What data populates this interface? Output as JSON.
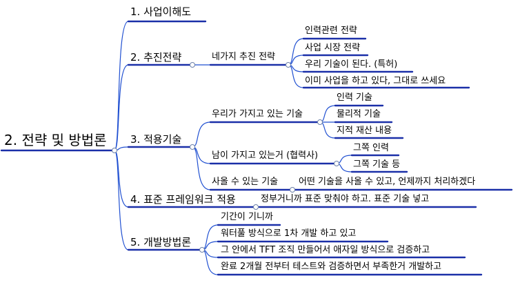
{
  "root": "2. 전략 및 방법론",
  "branches": [
    {
      "label": "1.  사업이해도",
      "children": []
    },
    {
      "label": "2.  추진전략",
      "children": [
        {
          "label": "네가지  추진  전략",
          "children": [
            {
              "label": "인력관련  전략"
            },
            {
              "label": "사업  시장  전략"
            },
            {
              "label": "우리  기술이  된다.  (특허)"
            },
            {
              "label": "이미  사업을  하고  있다,  그대로  쓰세요"
            }
          ]
        }
      ]
    },
    {
      "label": "3.  적용기술",
      "children": [
        {
          "label": "우리가  가지고  있는  기술",
          "children": [
            {
              "label": "인력  기술"
            },
            {
              "label": "물리적  기술"
            },
            {
              "label": "지적  재산  내용"
            }
          ]
        },
        {
          "label": "남이  가지고  있는거  (협력사)",
          "children": [
            {
              "label": "그쪽  인력"
            },
            {
              "label": "그쪽  기술  등"
            }
          ]
        },
        {
          "label": "사올  수  있는  기술",
          "children": [
            {
              "label": "어떤  기술을  사올  수  있고,  언제까지  처리하겠다"
            }
          ]
        }
      ]
    },
    {
      "label": "4.  표준  프레임워크  적용",
      "children": [
        {
          "label": "정부거니까  표준  맞춰야  하고.  표준  기술  넣고"
        }
      ]
    },
    {
      "label": "5.  개발방법론",
      "children": [
        {
          "label": "기간이  기니까"
        },
        {
          "label": "워터풀  방식으로  1차  개발  하고  있고"
        },
        {
          "label": "그  안에서  TFT  조직  만들어서  애자일  방식으로  검증하고"
        },
        {
          "label": "완료  2개월  전부터  테스트와  검증하면서  부족한거  개발하고"
        }
      ]
    }
  ],
  "colors": {
    "branch_line": "#1f4fd1",
    "root_line": "#1a2fa8",
    "text": "#000000",
    "background": "#ffffff"
  }
}
